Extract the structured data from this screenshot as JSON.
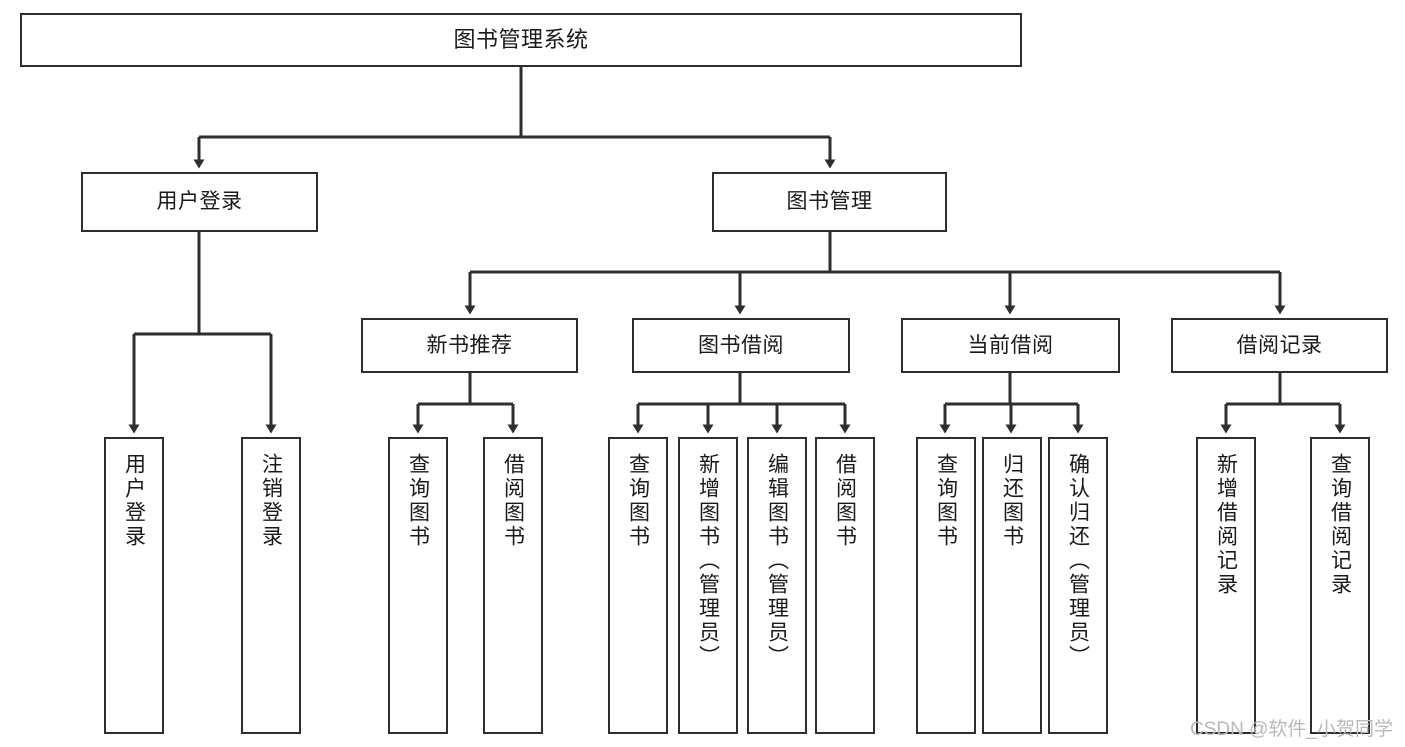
{
  "diagram": {
    "title": "图书管理系统",
    "type": "tree",
    "watermark": "CSDN @软件_小贺同学",
    "colors": {
      "box_border": "#2e2e2e",
      "box_fill": "#ffffff",
      "connector": "#2e2e2e",
      "text": "#1a1a1a",
      "watermark": "#b9b9b9",
      "background": "#ffffff"
    },
    "nodes": {
      "root": {
        "label": "图书管理系统"
      },
      "level2": [
        {
          "label": "用户登录"
        },
        {
          "label": "图书管理"
        }
      ],
      "level3": [
        {
          "label": "新书推荐"
        },
        {
          "label": "图书借阅"
        },
        {
          "label": "当前借阅"
        },
        {
          "label": "借阅记录"
        }
      ],
      "leaves": {
        "user_login": [
          {
            "label": "用户登录"
          },
          {
            "label": "注销登录"
          }
        ],
        "new_book": [
          {
            "label": "查询图书"
          },
          {
            "label": "借阅图书"
          }
        ],
        "book_borrow": [
          {
            "label": "查询图书"
          },
          {
            "label": "新增图书（管理员）"
          },
          {
            "label": "编辑图书（管理员）"
          },
          {
            "label": "借阅图书"
          }
        ],
        "current_borrow": [
          {
            "label": "查询图书"
          },
          {
            "label": "归还图书"
          },
          {
            "label": "确认归还（管理员）"
          }
        ],
        "borrow_record": [
          {
            "label": "新增借阅记录"
          },
          {
            "label": "查询借阅记录"
          }
        ]
      }
    }
  }
}
